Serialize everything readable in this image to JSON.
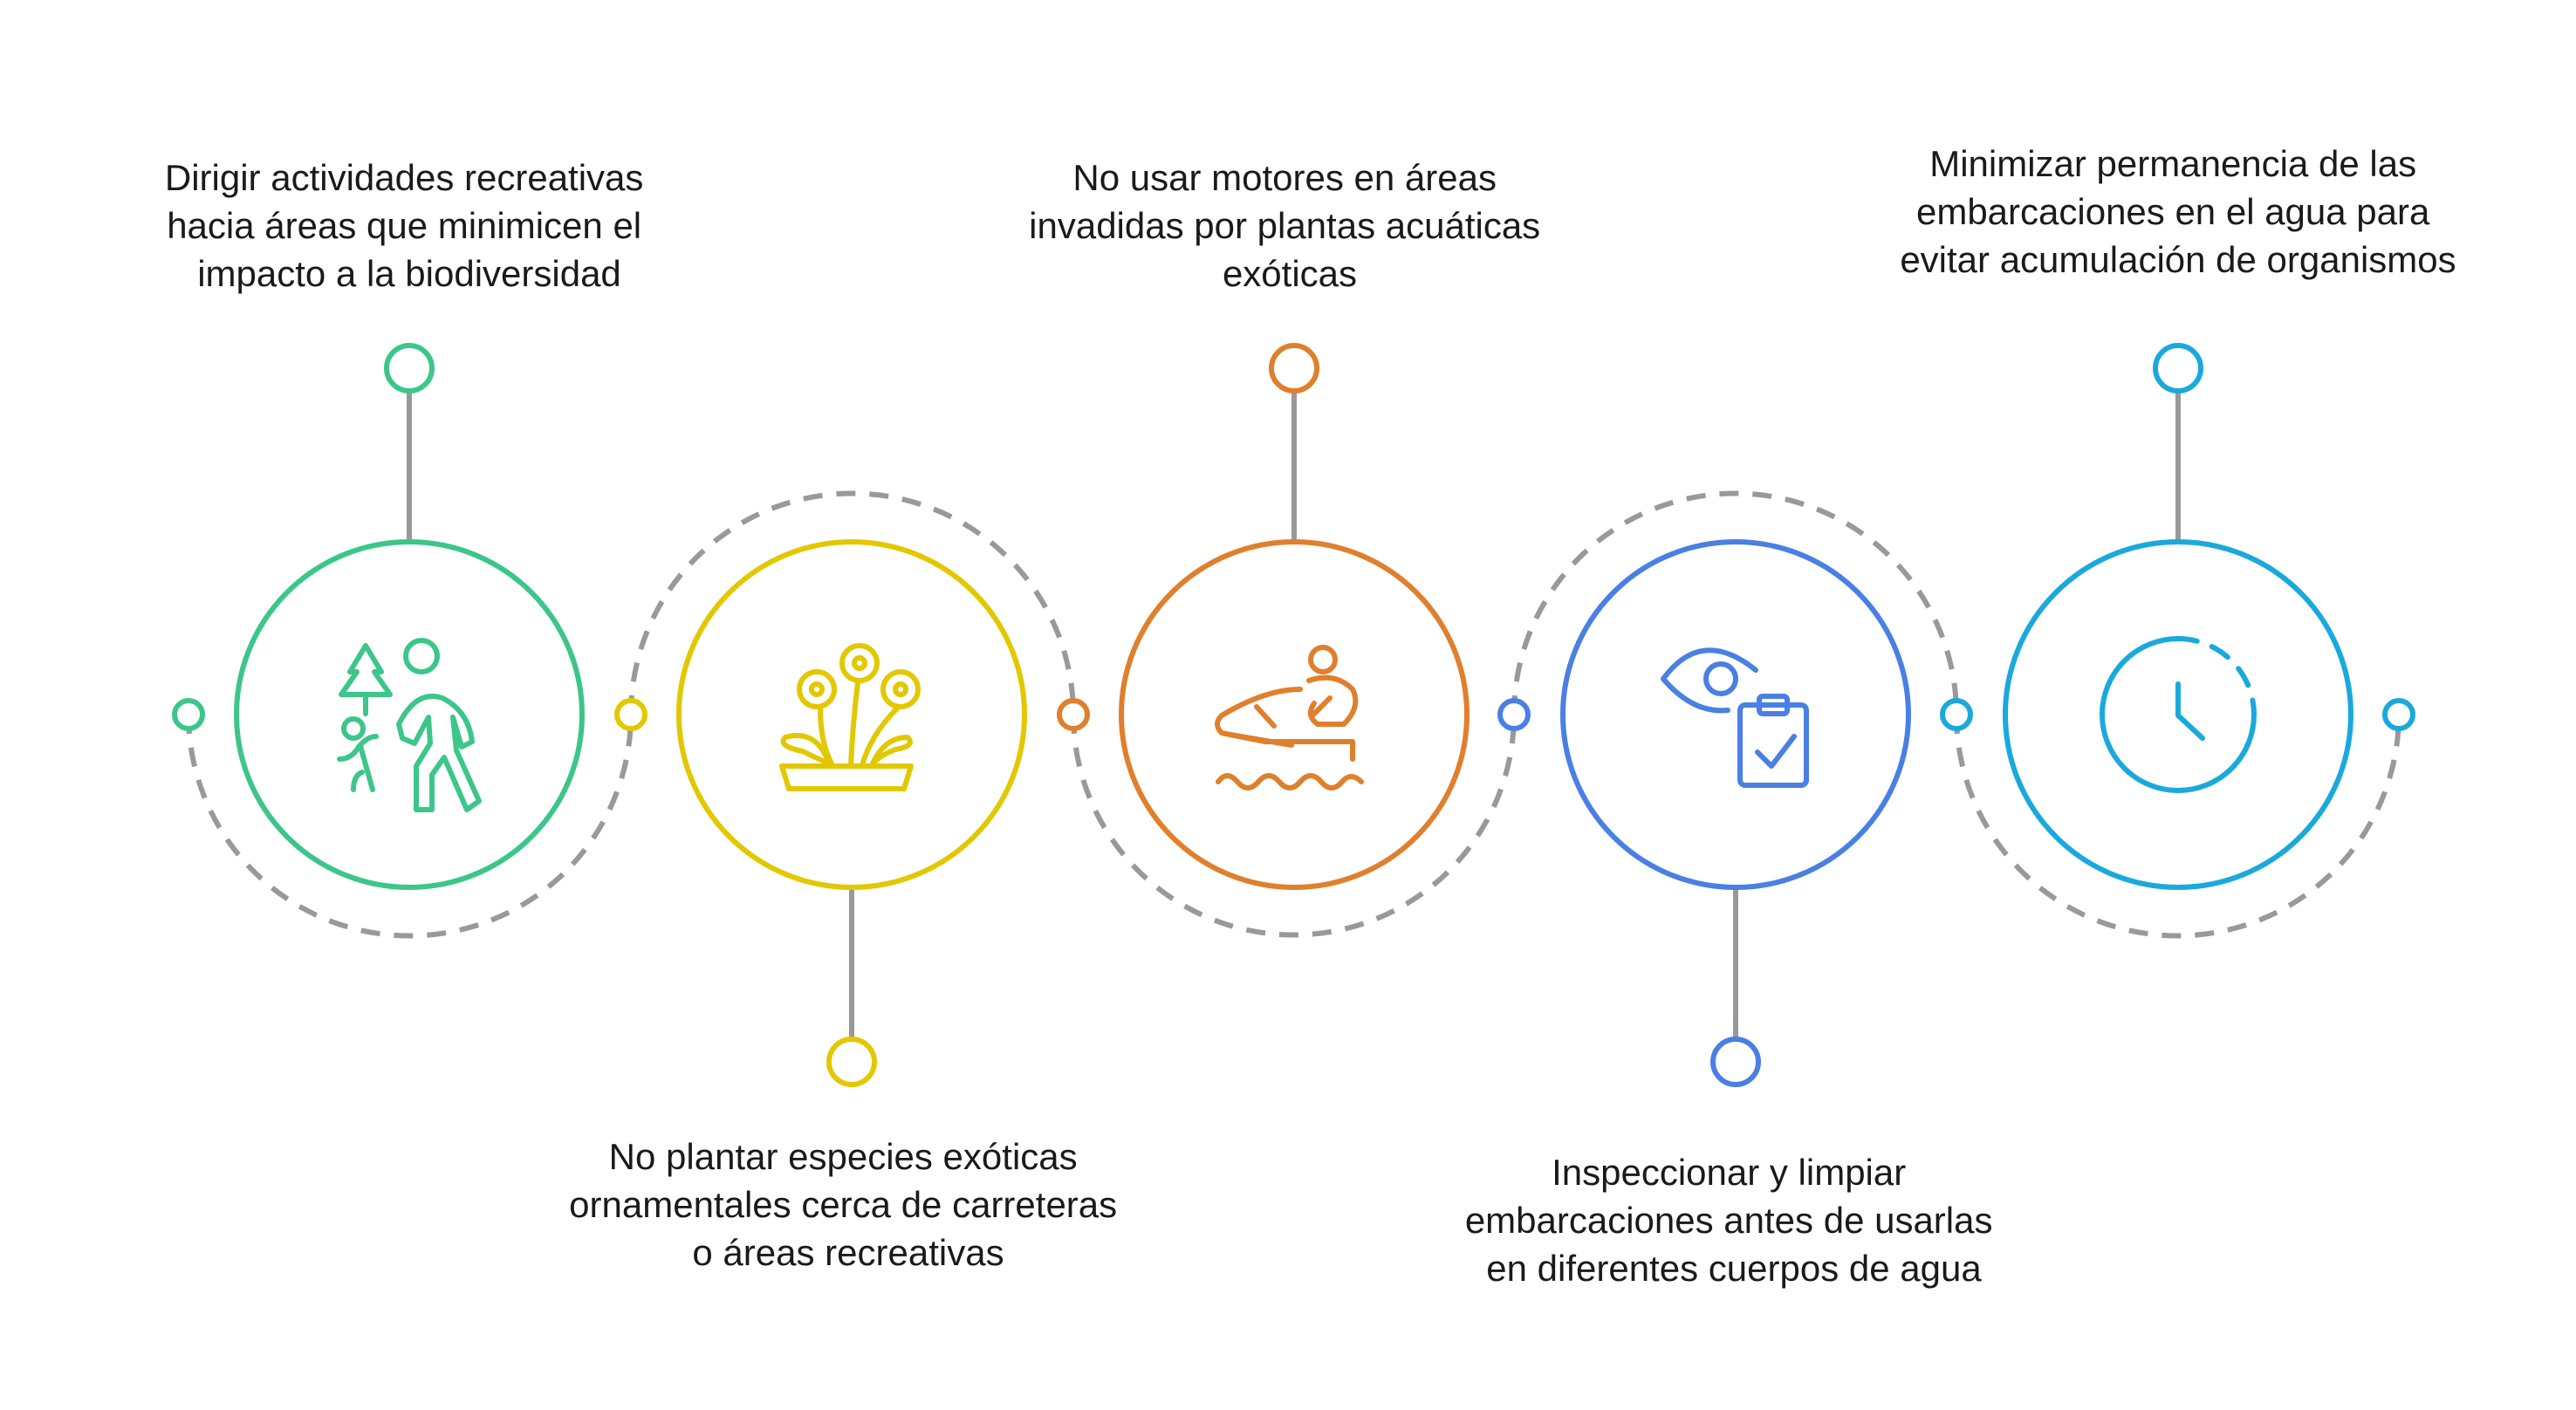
{
  "steps": [
    {
      "color": "#3cc68a",
      "icon": "hikers-tree-icon",
      "lines": [
        "Dirigir actividades recreativas",
        "hacia áreas que minimicen el",
        "impacto a la biodiversidad"
      ]
    },
    {
      "color": "#e2c800",
      "icon": "flower-pot-icon",
      "lines": [
        "No plantar especies exóticas",
        "ornamentales cerca de carreteras",
        "o áreas recreativas"
      ]
    },
    {
      "color": "#e07f2c",
      "icon": "jet-ski-icon",
      "lines": [
        "No usar motores en áreas",
        "invadidas por plantas acuáticas",
        "exóticas"
      ]
    },
    {
      "color": "#4a7fe3",
      "icon": "eye-clipboard-icon",
      "lines": [
        "Inspeccionar y limpiar",
        "embarcaciones antes de usarlas",
        "en diferentes cuerpos de agua"
      ]
    },
    {
      "color": "#1aa9dc",
      "icon": "clock-icon",
      "lines": [
        "Minimizar permanencia de las",
        "embarcaciones en el agua para",
        "evitar acumulación de organismos"
      ]
    }
  ]
}
